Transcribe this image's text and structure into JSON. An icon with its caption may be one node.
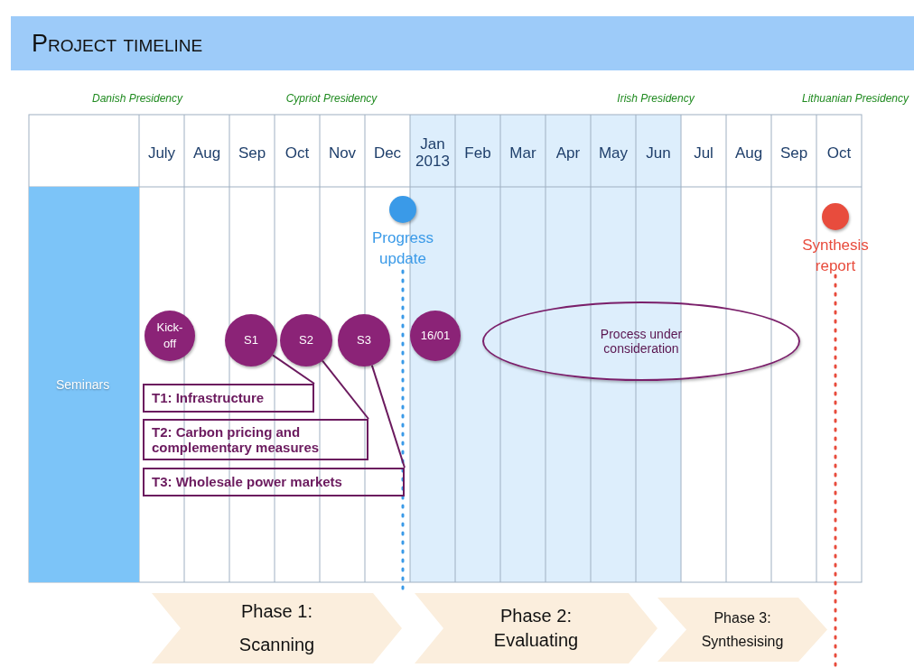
{
  "diagram": {
    "title": "Project timeline",
    "nodes": [
      {
        "text": [
          "Seminars"
        ]
      },
      {
        "text": [
          "Kick-off"
        ]
      },
      {
        "text": [
          "S1"
        ]
      },
      {
        "text": [
          "S2"
        ]
      },
      {
        "text": [
          "S3"
        ]
      },
      {
        "text": [
          "16/01"
        ]
      },
      {
        "text": [
          "Process under consideration"
        ]
      },
      {
        "text": [
          "T1: Infrastructure"
        ]
      },
      {
        "text": [
          "T2: Carbon pricing and complementary measures"
        ]
      },
      {
        "text": [
          "T3: Wholesale power markets"
        ]
      },
      {
        "text": [],
        "shape": "circle",
        "beside": [
          "Progress update"
        ]
      },
      {
        "text": [],
        "shape": "circle",
        "beside": [
          "Synthesis report"
        ]
      },
      {
        "text": [
          "Phase 1: Scanning"
        ]
      },
      {
        "text": [
          "Phase 2: Evaluating"
        ]
      },
      {
        "text": [
          "Phase 3: Synthesising"
        ]
      }
    ],
    "edges": [
      {
        "from": 7,
        "to": 2,
        "arrow": "none"
      },
      {
        "from": 8,
        "to": 3,
        "arrow": "none"
      },
      {
        "from": 9,
        "to": 4,
        "arrow": "none"
      }
    ],
    "labels": [
      "Danish Presidency",
      "Cypriot Presidency",
      "Irish Presidency",
      "Lithuanian Presidency",
      "July",
      "Aug",
      "Sep",
      "Oct",
      "Nov",
      "Dec",
      "Jan 2013",
      "Feb",
      "Mar",
      "Apr",
      "May",
      "Jun",
      "Jul",
      "Aug",
      "Sep",
      "Oct"
    ]
  }
}
